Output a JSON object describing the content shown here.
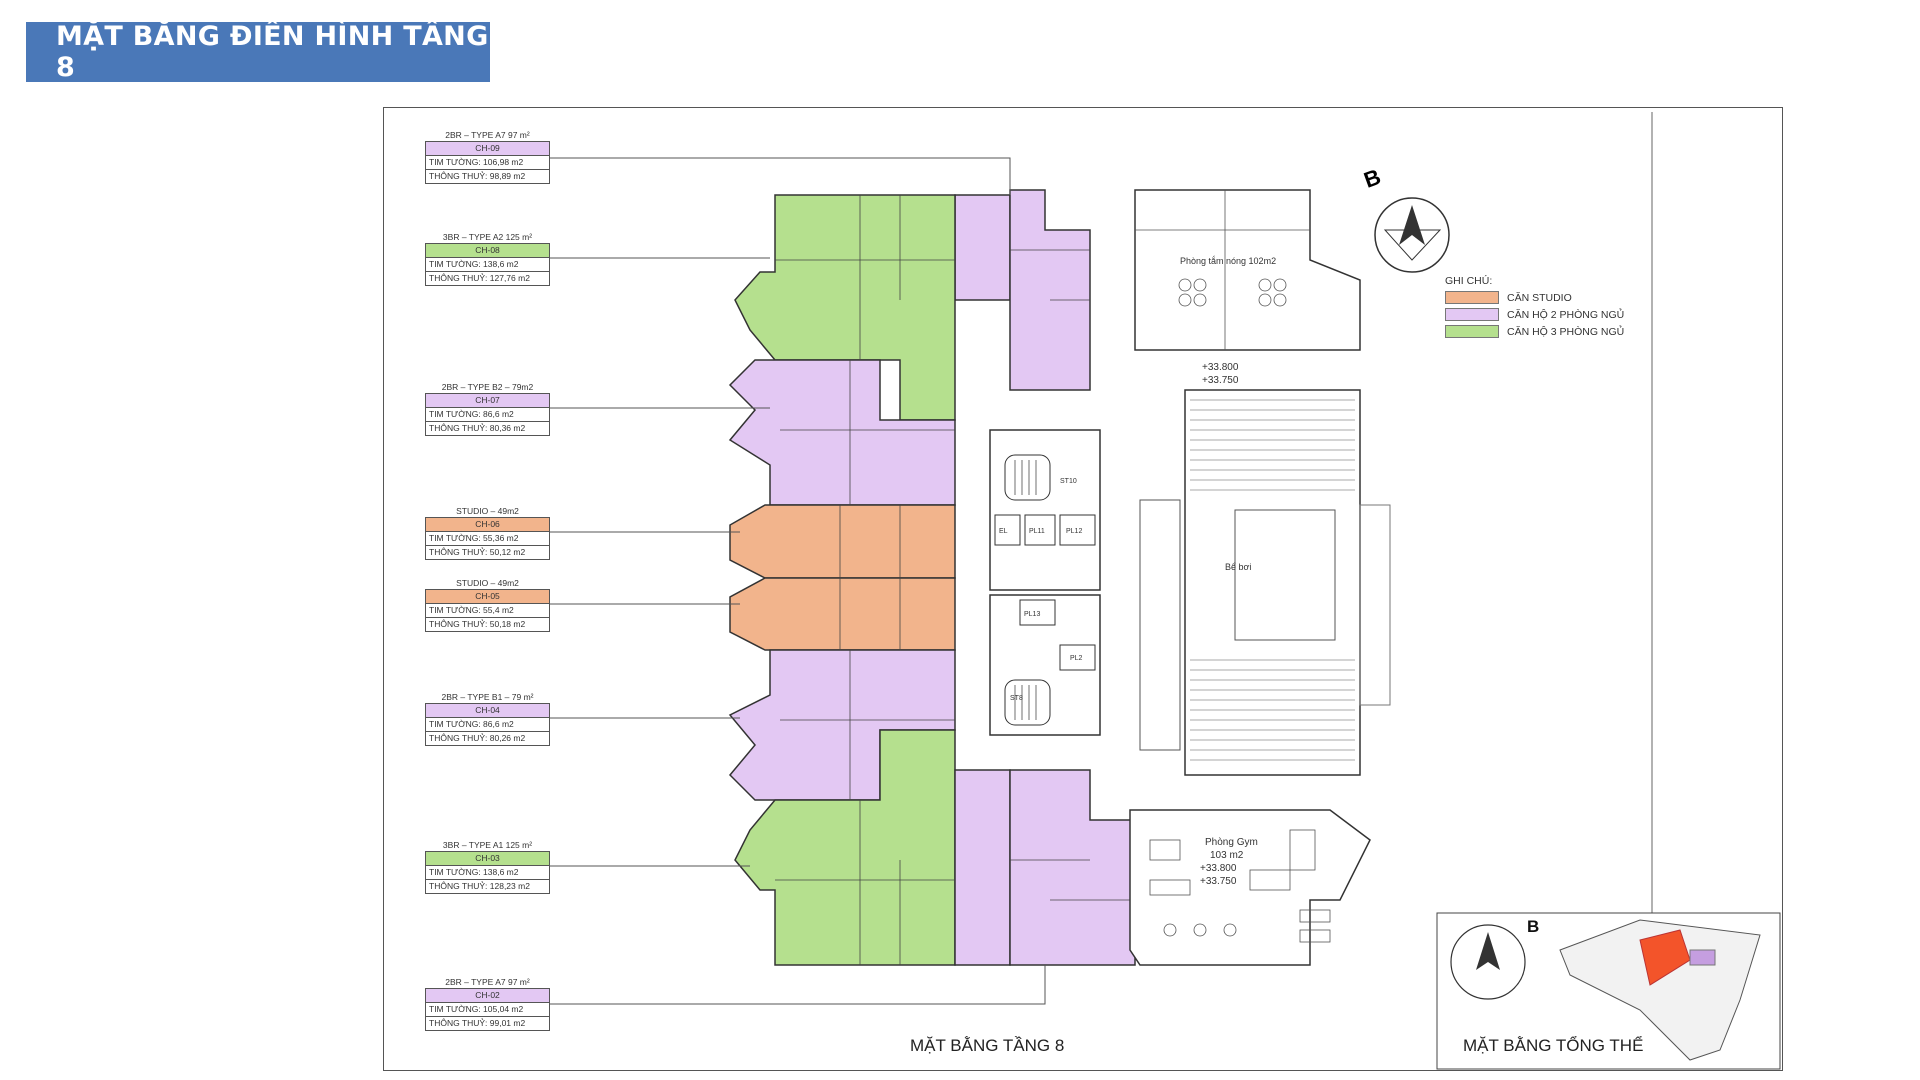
{
  "header": {
    "title": "MẶT BẰNG ĐIỂN HÌNH TẦNG 8"
  },
  "colors": {
    "studio": "#f2b48c",
    "two_bedroom": "#e3c8f3",
    "three_bedroom": "#b5e08e",
    "title_bg": "#4a78b8"
  },
  "units": [
    {
      "type": "2BR – TYPE A7 97 m²",
      "code": "CH-09",
      "tim_tuong": "TIM TƯỜNG: 106,98 m2",
      "thong_thuy": "THÔNG THUỶ: 98,89 m2",
      "category": "two_bedroom"
    },
    {
      "type": "3BR – TYPE A2 125 m²",
      "code": "CH-08",
      "tim_tuong": "TIM TƯỜNG: 138,6 m2",
      "thong_thuy": "THÔNG THUỶ: 127,76 m2",
      "category": "three_bedroom"
    },
    {
      "type": "2BR – TYPE B2 – 79m2",
      "code": "CH-07",
      "tim_tuong": "TIM TƯỜNG: 86,6 m2",
      "thong_thuy": "THÔNG THUỶ: 80,36 m2",
      "category": "two_bedroom"
    },
    {
      "type": "STUDIO – 49m2",
      "code": "CH-06",
      "tim_tuong": "TIM TƯỜNG: 55,36 m2",
      "thong_thuy": "THÔNG THUỶ: 50,12 m2",
      "category": "studio"
    },
    {
      "type": "STUDIO – 49m2",
      "code": "CH-05",
      "tim_tuong": "TIM TƯỜNG: 55,4 m2",
      "thong_thuy": "THÔNG THUỶ: 50,18 m2",
      "category": "studio"
    },
    {
      "type": "2BR – TYPE B1 – 79 m²",
      "code": "CH-04",
      "tim_tuong": "TIM TƯỜNG: 86,6 m2",
      "thong_thuy": "THÔNG THUỶ: 80,26 m2",
      "category": "two_bedroom"
    },
    {
      "type": "3BR – TYPE A1 125 m²",
      "code": "CH-03",
      "tim_tuong": "TIM TƯỜNG: 138,6 m2",
      "thong_thuy": "THÔNG THUỶ: 128,23 m2",
      "category": "three_bedroom"
    },
    {
      "type": "2BR – TYPE A7 97 m²",
      "code": "CH-02",
      "tim_tuong": "TIM TƯỜNG: 105,04 m2",
      "thong_thuy": "THÔNG THUỶ: 99,01 m2",
      "category": "two_bedroom"
    }
  ],
  "legend": {
    "heading": "GHI CHÚ:",
    "items": [
      {
        "label": "CĂN STUDIO",
        "category": "studio"
      },
      {
        "label": "CĂN HỘ 2 PHÒNG NGỦ",
        "category": "two_bedroom"
      },
      {
        "label": "CĂN HỘ 3 PHÒNG NGỦ",
        "category": "three_bedroom"
      }
    ]
  },
  "plan_labels": {
    "north_marker": "B",
    "bath_room": "Phòng tắm nóng 102m2",
    "level_top_1": "+33.800",
    "level_top_2": "+33.750",
    "pool": "Bể bơi",
    "gym": "Phòng Gym",
    "gym_area": "103 m2",
    "level_gym_1": "+33.800",
    "level_gym_2": "+33.750",
    "stair_top": "ST10",
    "stair_bottom": "ST8",
    "el": "EL",
    "pl11": "PL11",
    "pl12": "PL12",
    "pl13": "PL13",
    "pl2": "PL2"
  },
  "captions": {
    "floor_plan": "MẶT BẰNG TẦNG 8",
    "site_plan": "MẶT BẰNG TỔNG THỂ",
    "site_marker": "B"
  }
}
